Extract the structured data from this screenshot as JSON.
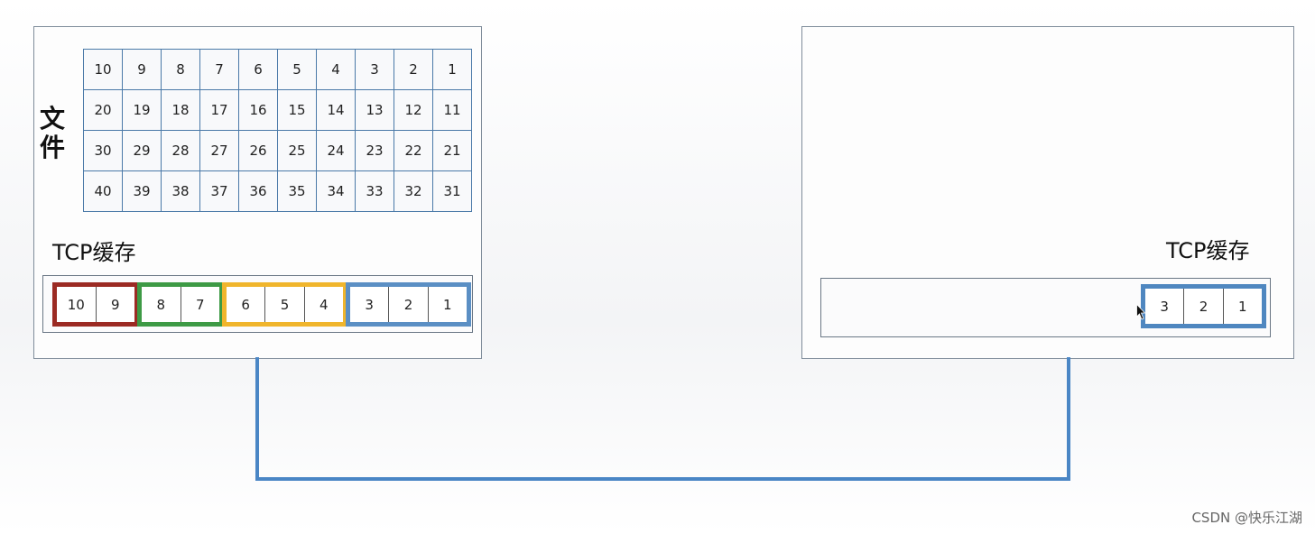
{
  "sender": {
    "file_label": "文件",
    "file_rows": [
      [
        "10",
        "9",
        "8",
        "7",
        "6",
        "5",
        "4",
        "3",
        "2",
        "1"
      ],
      [
        "20",
        "19",
        "18",
        "17",
        "16",
        "15",
        "14",
        "13",
        "12",
        "11"
      ],
      [
        "30",
        "29",
        "28",
        "27",
        "26",
        "25",
        "24",
        "23",
        "22",
        "21"
      ],
      [
        "40",
        "39",
        "38",
        "37",
        "36",
        "35",
        "34",
        "33",
        "32",
        "31"
      ]
    ],
    "buffer_title": "TCP缓存",
    "segments": [
      {
        "color": "#9b2a23",
        "cells": [
          "10",
          "9"
        ]
      },
      {
        "color": "#3d9a45",
        "cells": [
          "8",
          "7"
        ]
      },
      {
        "color": "#f0b52c",
        "cells": [
          "6",
          "5",
          "4"
        ]
      },
      {
        "color": "#5b8fc4",
        "cells": [
          "3",
          "2",
          "1"
        ]
      }
    ]
  },
  "receiver": {
    "buffer_title": "TCP缓存",
    "segments": [
      {
        "color": "#4f87c0",
        "cells": [
          "3",
          "2",
          "1"
        ]
      }
    ]
  },
  "link_color": "#4a86c5",
  "watermark": "CSDN @快乐江湖"
}
